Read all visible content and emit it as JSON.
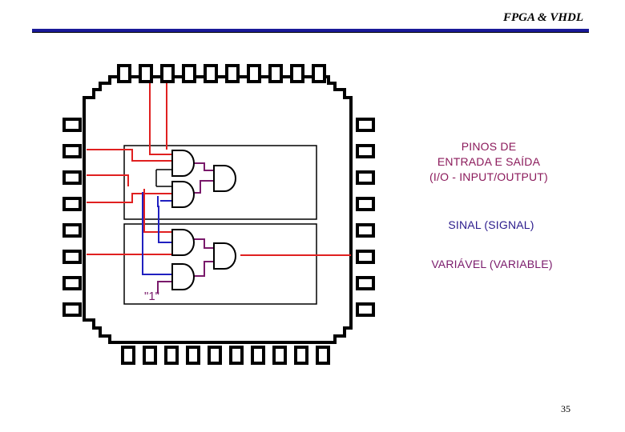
{
  "header": {
    "title": "FPGA & VHDL"
  },
  "page_number": "35",
  "labels": {
    "io_pins": [
      "PINOS DE",
      "ENTRADA E SAÍDA",
      "(I/O - INPUT/OUTPUT)"
    ],
    "signal": "SINAL (SIGNAL)",
    "variable": "VARIÁVEL (VARIABLE)",
    "constant_one": "\"1\""
  },
  "colors": {
    "header_rule": "#1a1a99",
    "io_wire": "#e02020",
    "signal_wire": "#2020c0",
    "variable_wire": "#7a1a6b",
    "chip_outline": "#000000"
  }
}
